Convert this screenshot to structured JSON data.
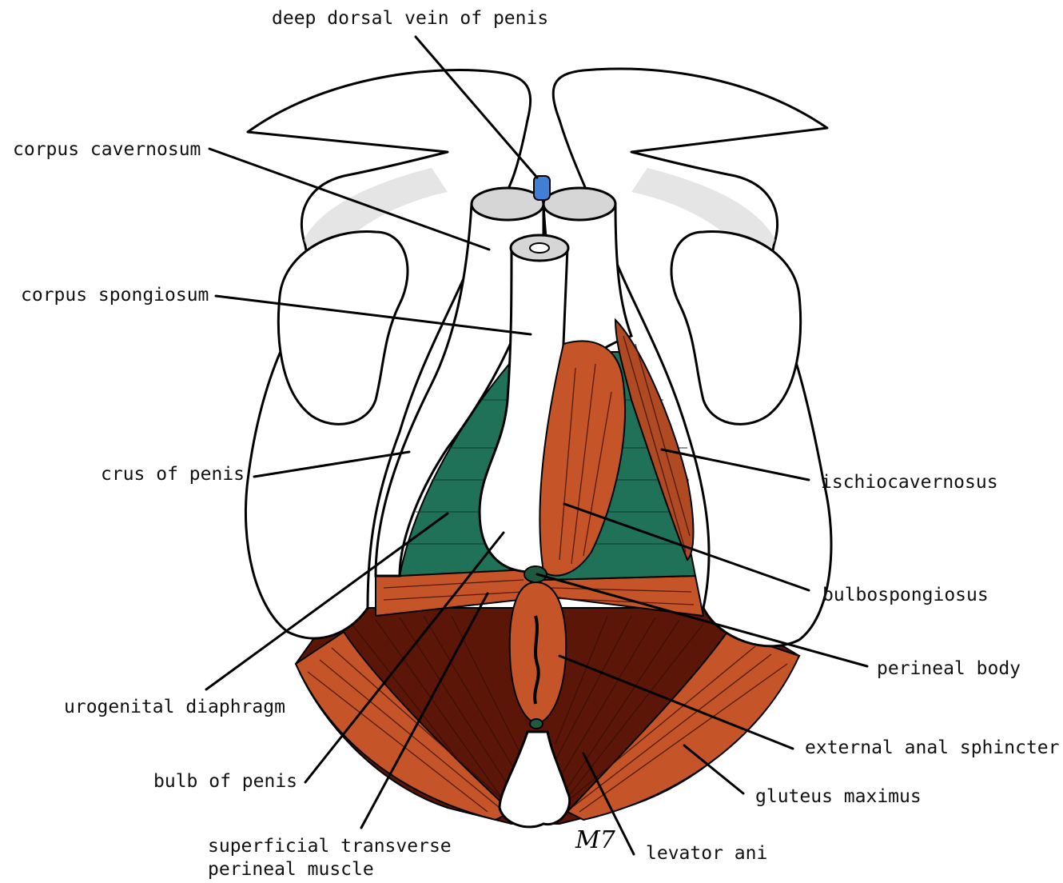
{
  "colors": {
    "muscle_orange": "#c55428",
    "muscle_dark": "#5c1608",
    "urogenital_green": "#1f7157",
    "vein_blue": "#3f7fd6",
    "bone_white": "#ffffff"
  },
  "labels": {
    "deep_dorsal_vein": "deep dorsal vein of penis",
    "corpus_cavernosum": "corpus cavernosum",
    "corpus_spongiosum": "corpus spongiosum",
    "crus_of_penis": "crus of penis",
    "ischiocavernosus": "ischiocavernosus",
    "bulbospongiosus": "bulbospongiosus",
    "perineal_body": "perineal body",
    "urogenital_diaphragm": "urogenital diaphragm",
    "external_anal_sphincter": "external anal sphincter",
    "gluteus_maximus": "gluteus maximus",
    "bulb_of_penis": "bulb of penis",
    "levator_ani": "levator ani",
    "superficial_transverse_line1": "superficial transverse",
    "superficial_transverse_line2": "perineal muscle"
  },
  "signature": "M7"
}
